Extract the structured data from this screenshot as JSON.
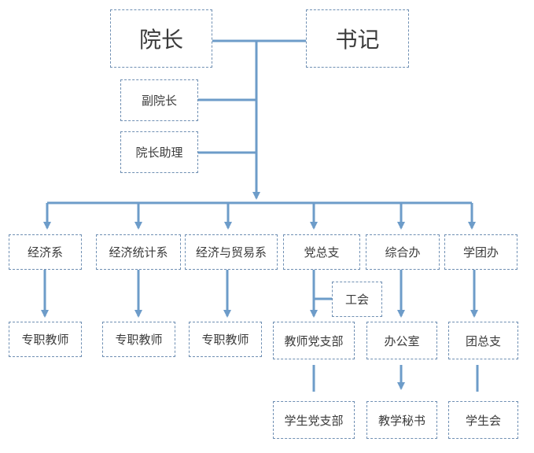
{
  "colors": {
    "line": "#6d9cc9",
    "border": "#6f8fb3",
    "text": "#3b3b3b"
  },
  "nodes": {
    "dean": "院长",
    "secretary": "书记",
    "vice_dean": "副院长",
    "dean_assistant": "院长助理",
    "economics_dept": "经济系",
    "statistics_dept": "经济统计系",
    "trade_dept": "经济与贸易系",
    "party_branch": "党总支",
    "general_office": "综合办",
    "student_league_office": "学团办",
    "union": "工会",
    "teachers_1": "专职教师",
    "teachers_2": "专职教师",
    "teachers_3": "专职教师",
    "teacher_party_branch": "教师党支部",
    "office": "办公室",
    "league_branch": "团总支",
    "student_party_branch": "学生党支部",
    "teaching_secretary": "教学秘书",
    "student_union": "学生会"
  }
}
